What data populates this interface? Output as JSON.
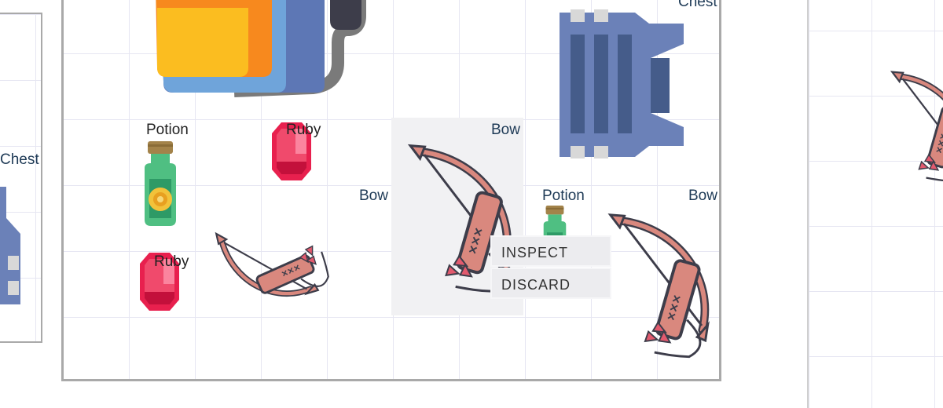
{
  "inventory": {
    "left_labels": [
      "Chest"
    ],
    "main_labels": [
      "Chest",
      "Potion",
      "Ruby",
      "Bow",
      "Bow",
      "Ruby",
      "Potion",
      "Bow"
    ],
    "items": [
      {
        "name": "Chest",
        "icon": "chest-icon"
      },
      {
        "name": "Potion",
        "icon": "potion-icon"
      },
      {
        "name": "Ruby",
        "icon": "ruby-icon"
      },
      {
        "name": "Bow",
        "icon": "bow-icon"
      },
      {
        "name": "Backpack",
        "icon": "backpack-icon"
      }
    ]
  },
  "context_menu": {
    "inspect_label": "INSPECT",
    "discard_label": "DISCARD"
  },
  "colors": {
    "chest": "#6b81b8",
    "chest_dark": "#455c8a",
    "bow": "#d9887e",
    "outline": "#3d3d4a",
    "ruby": "#e8204e",
    "potion": "#4fbf82",
    "backpack_yellow": "#fbbd20",
    "backpack_orange": "#f7891e",
    "backpack_blue": "#6fa4da",
    "grid": "#e6e6f2"
  }
}
